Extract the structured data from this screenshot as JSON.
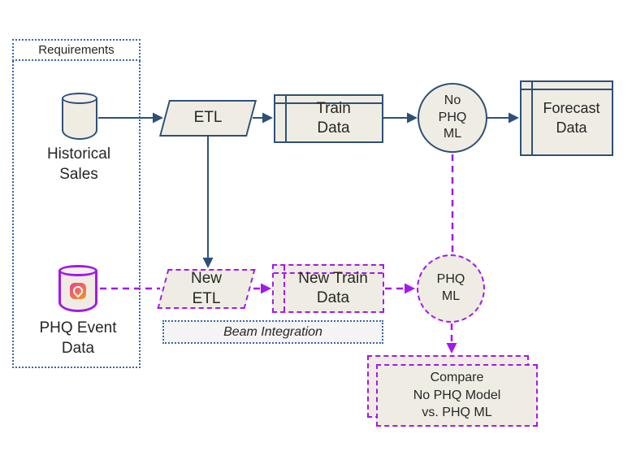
{
  "requirements": {
    "label": "Requirements"
  },
  "nodes": {
    "historical_sales": "Historical\nSales",
    "etl": "ETL",
    "train_data": "Train\nData",
    "no_phq_ml": "No\nPHQ\nML",
    "forecast_data": "Forecast\nData",
    "phq_event_data": "PHQ Event\nData",
    "new_etl": "New\nETL",
    "new_train_data": "New Train\nData",
    "phq_ml": "PHQ\nML",
    "beam_integration": "Beam Integration",
    "compare": "Compare\nNo PHQ Model\nvs. PHQ ML"
  },
  "icons": {
    "phq_logo": "predicthq-pin-logo"
  },
  "colors": {
    "flow_blue": "#2E5077",
    "container_dotted_blue": "#3B66A9",
    "phq_purple": "#A318F0",
    "shape_fill": "#EFEDE3",
    "beam_fill": "#F4F4F4",
    "text": "#262626"
  },
  "connectors": [
    {
      "from": "historical-sales",
      "to": "etl",
      "style": "solid-blue-arrow"
    },
    {
      "from": "etl",
      "to": "train-data",
      "style": "solid-blue-arrow"
    },
    {
      "from": "train-data",
      "to": "no-phq-ml",
      "style": "solid-blue-arrow"
    },
    {
      "from": "no-phq-ml",
      "to": "forecast-data",
      "style": "solid-blue-arrow"
    },
    {
      "from": "etl",
      "to": "new-etl",
      "style": "solid-blue-arrow"
    },
    {
      "from": "phq-event-data",
      "to": "new-etl",
      "style": "dashed-purple-line"
    },
    {
      "from": "new-etl",
      "to": "new-train-data",
      "style": "dashed-purple-arrow"
    },
    {
      "from": "new-train-data",
      "to": "phq-ml",
      "style": "dashed-purple-arrow"
    },
    {
      "from": "no-phq-ml",
      "to": "phq-ml",
      "style": "dashed-purple-line"
    },
    {
      "from": "phq-ml",
      "to": "compare",
      "style": "dashed-purple-arrow"
    }
  ]
}
